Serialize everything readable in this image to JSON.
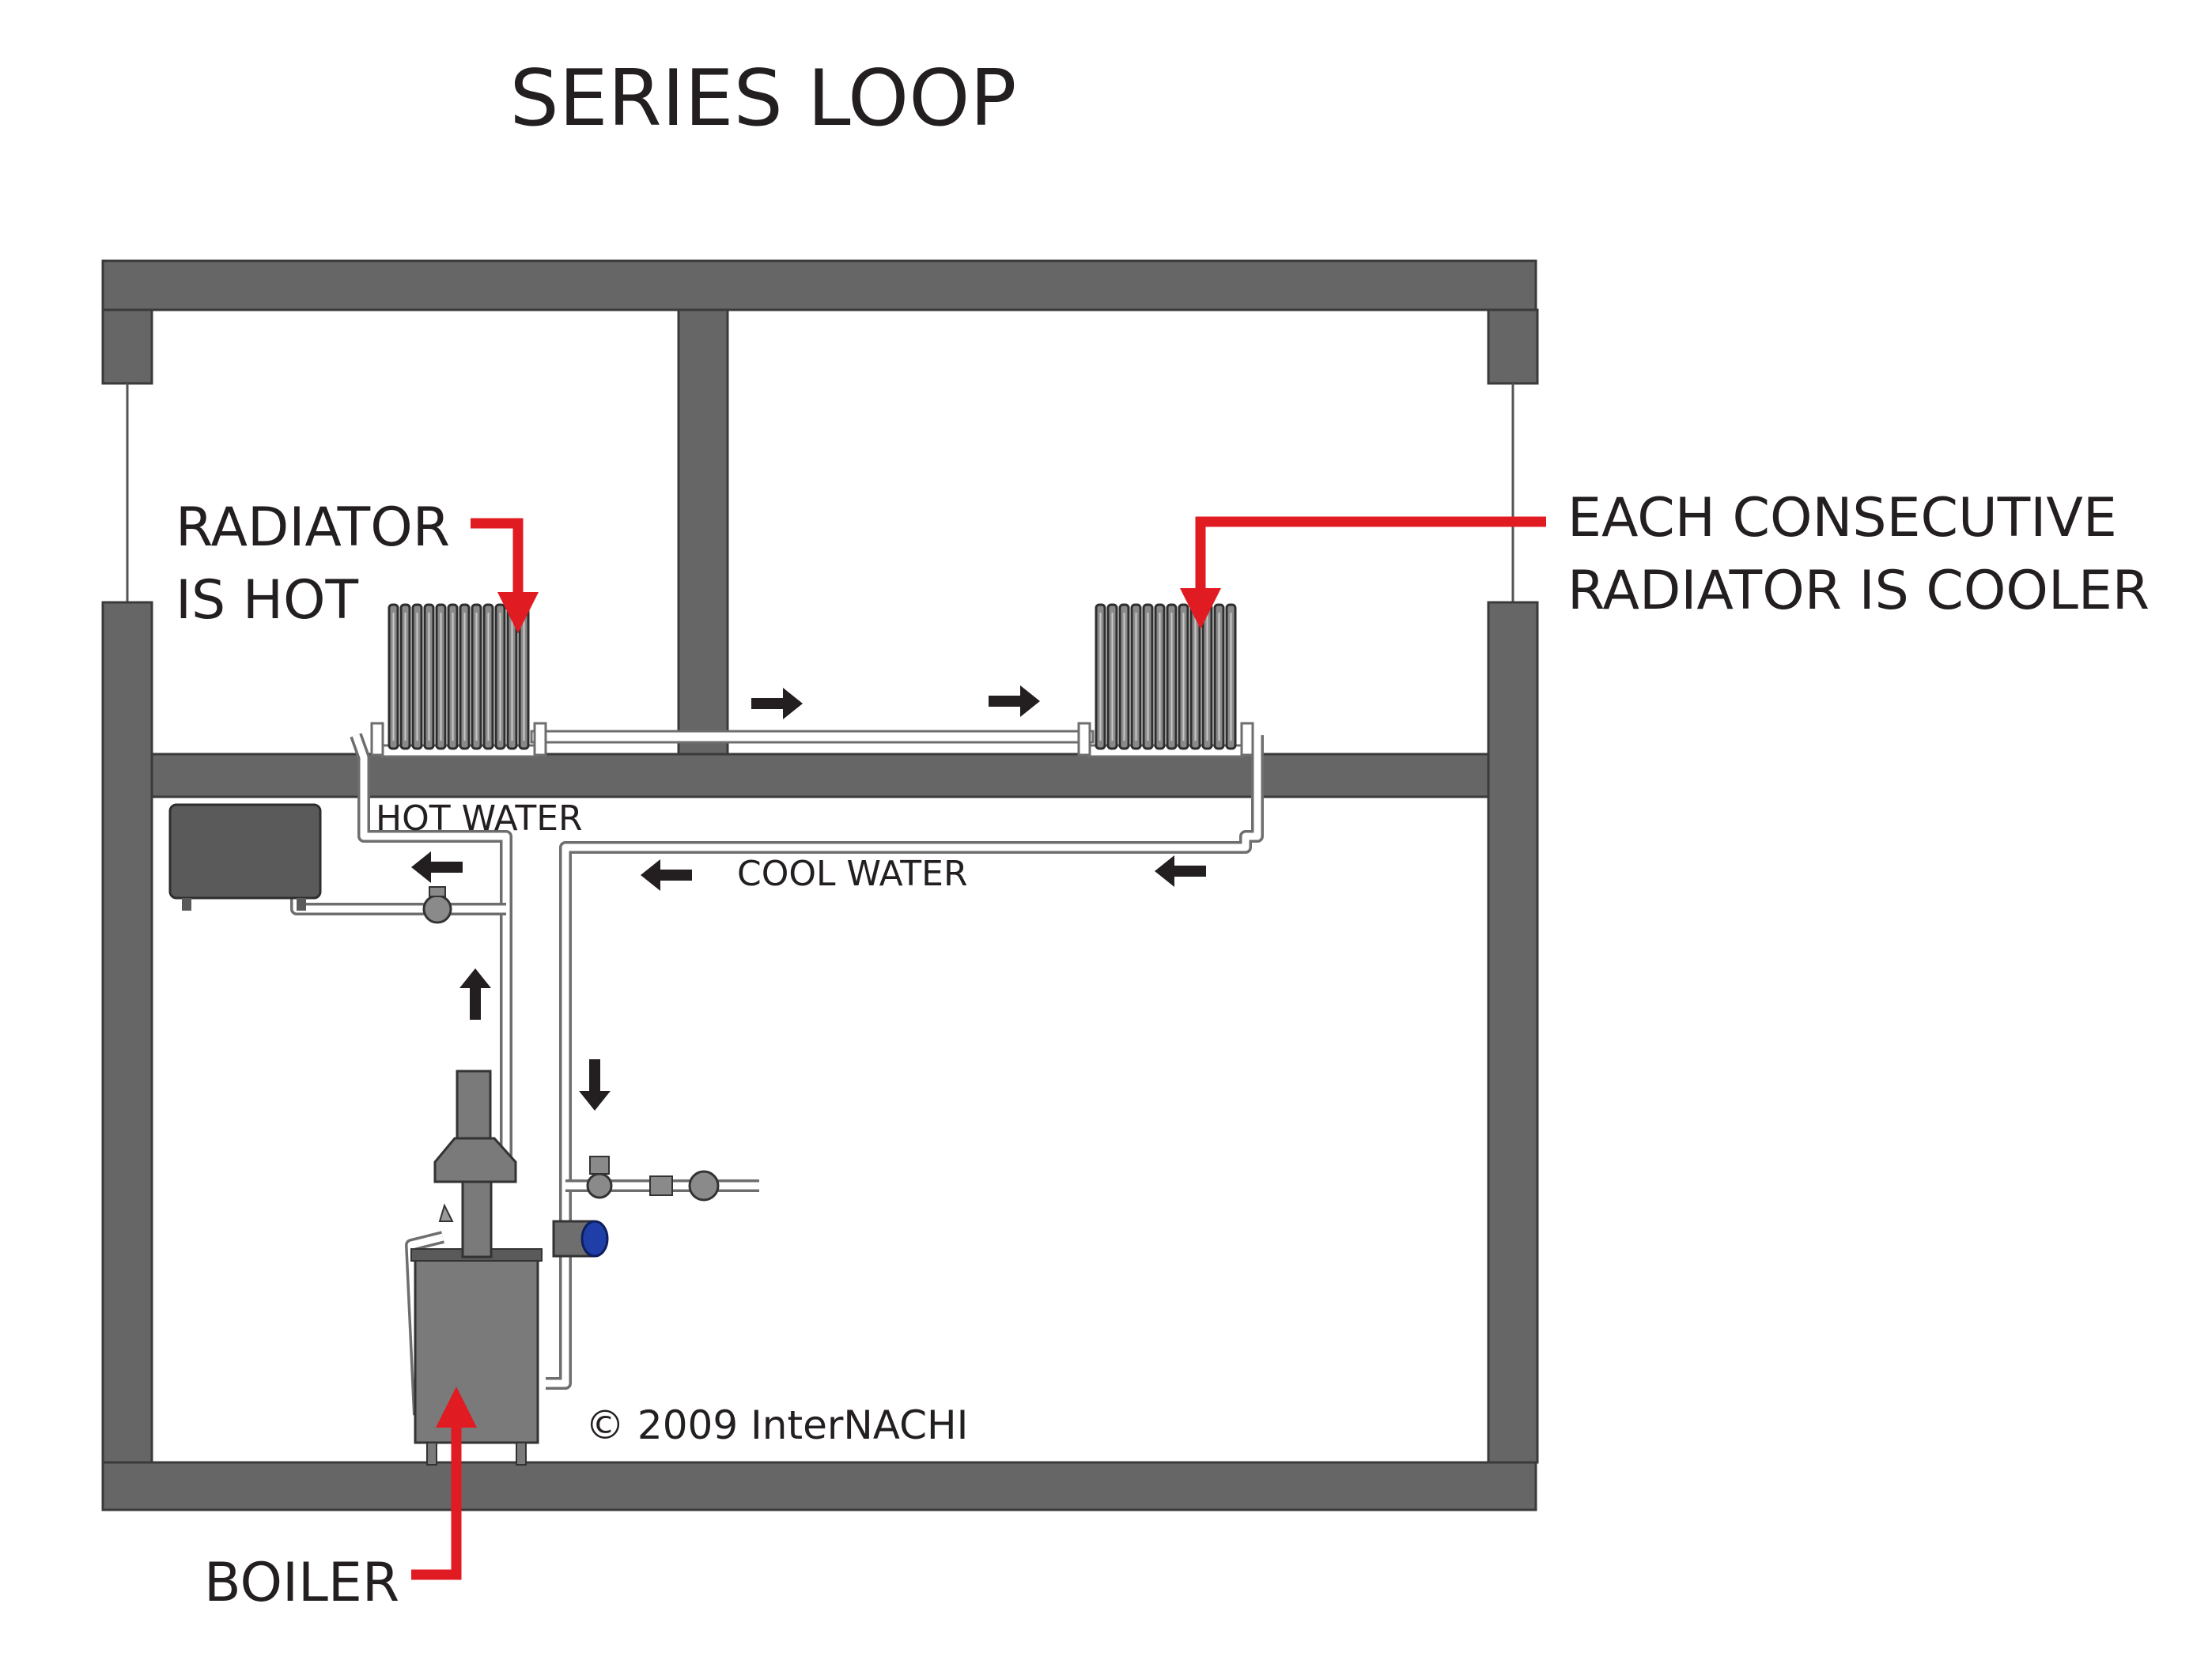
{
  "title": "SERIES LOOP",
  "labels": {
    "radiator_hot_line1": "RADIATOR",
    "radiator_hot_line2": "IS HOT",
    "cooler_line1": "EACH CONSECUTIVE",
    "cooler_line2": "RADIATOR IS COOLER",
    "hot_water": "HOT WATER",
    "cool_water": "COOL WATER",
    "boiler": "BOILER",
    "copyright": "© 2009  InterNACHI"
  },
  "colors": {
    "wall": "#666666",
    "callout": "#e11b22",
    "pump": "#1f3ea8",
    "text": "#231f20"
  },
  "flow_arrows": [
    "right",
    "right",
    "left",
    "left",
    "left",
    "up",
    "down"
  ]
}
